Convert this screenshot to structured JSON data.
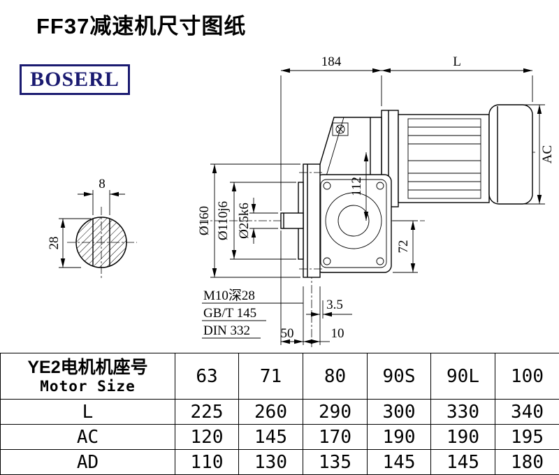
{
  "page": {
    "title": "FF37减速机尺寸图纸",
    "logo_text": "BOSERL"
  },
  "drawing": {
    "dim_184": "184",
    "dim_L": "L",
    "dim_AC": "AC",
    "dim_key_width": "8",
    "dim_shaft_view": "28",
    "dim_flange_dia": "Ø160",
    "dim_spigot_dia": "Ø110j6",
    "dim_shaft_dia": "Ø25k6",
    "dim_112": "112",
    "dim_72": "72",
    "note_tap": "M10深28",
    "note_gb": "GB/T 145",
    "note_din": "DIN 332",
    "dim_3_5": "3.5",
    "dim_50": "50",
    "dim_10": "10"
  },
  "table": {
    "header": {
      "label_cn": "YE2电机机座号",
      "label_en": "Motor Size",
      "sizes": [
        "63",
        "71",
        "80",
        "90S",
        "90L",
        "100"
      ]
    },
    "rows": [
      {
        "label": "L",
        "values": [
          "225",
          "260",
          "290",
          "300",
          "330",
          "340"
        ]
      },
      {
        "label": "AC",
        "values": [
          "120",
          "145",
          "170",
          "190",
          "190",
          "195"
        ]
      },
      {
        "label": "AD",
        "values": [
          "110",
          "130",
          "135",
          "145",
          "145",
          "180"
        ]
      }
    ]
  }
}
